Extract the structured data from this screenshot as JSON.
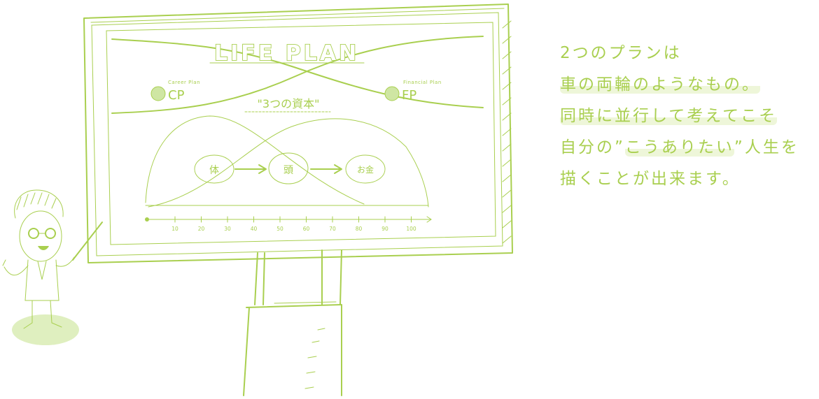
{
  "colors": {
    "ink": "#a9cf4f",
    "highlight": "#eef6d9",
    "ground": "#dfefbf"
  },
  "board": {
    "title": "LIFE PLAN",
    "left": {
      "small_label": "Career Plan",
      "code": "CP"
    },
    "right": {
      "small_label": "Financial Plan",
      "code": "FP"
    },
    "subtitle": "\"3つの資本\"",
    "flow": [
      {
        "label": "体"
      },
      {
        "label": "頭"
      },
      {
        "label": "お金"
      }
    ],
    "axis_ticks": [
      "10",
      "20",
      "30",
      "40",
      "50",
      "60",
      "70",
      "80",
      "90",
      "100"
    ]
  },
  "caption": {
    "lines": [
      {
        "pre": "2つのプランは",
        "hl": "",
        "post": ""
      },
      {
        "pre": "",
        "hl": "車の両輪のようなもの。",
        "post": ""
      },
      {
        "pre": "",
        "hl": "同時に並行して考えてこそ",
        "post": ""
      },
      {
        "pre": "自分の”",
        "hl": "こうありたい",
        "post": "”人生を"
      },
      {
        "pre": "描くことが出来ます。",
        "hl": "",
        "post": ""
      }
    ]
  },
  "icons": [
    "presenter-figure",
    "billboard",
    "hatched-circle-icon"
  ]
}
